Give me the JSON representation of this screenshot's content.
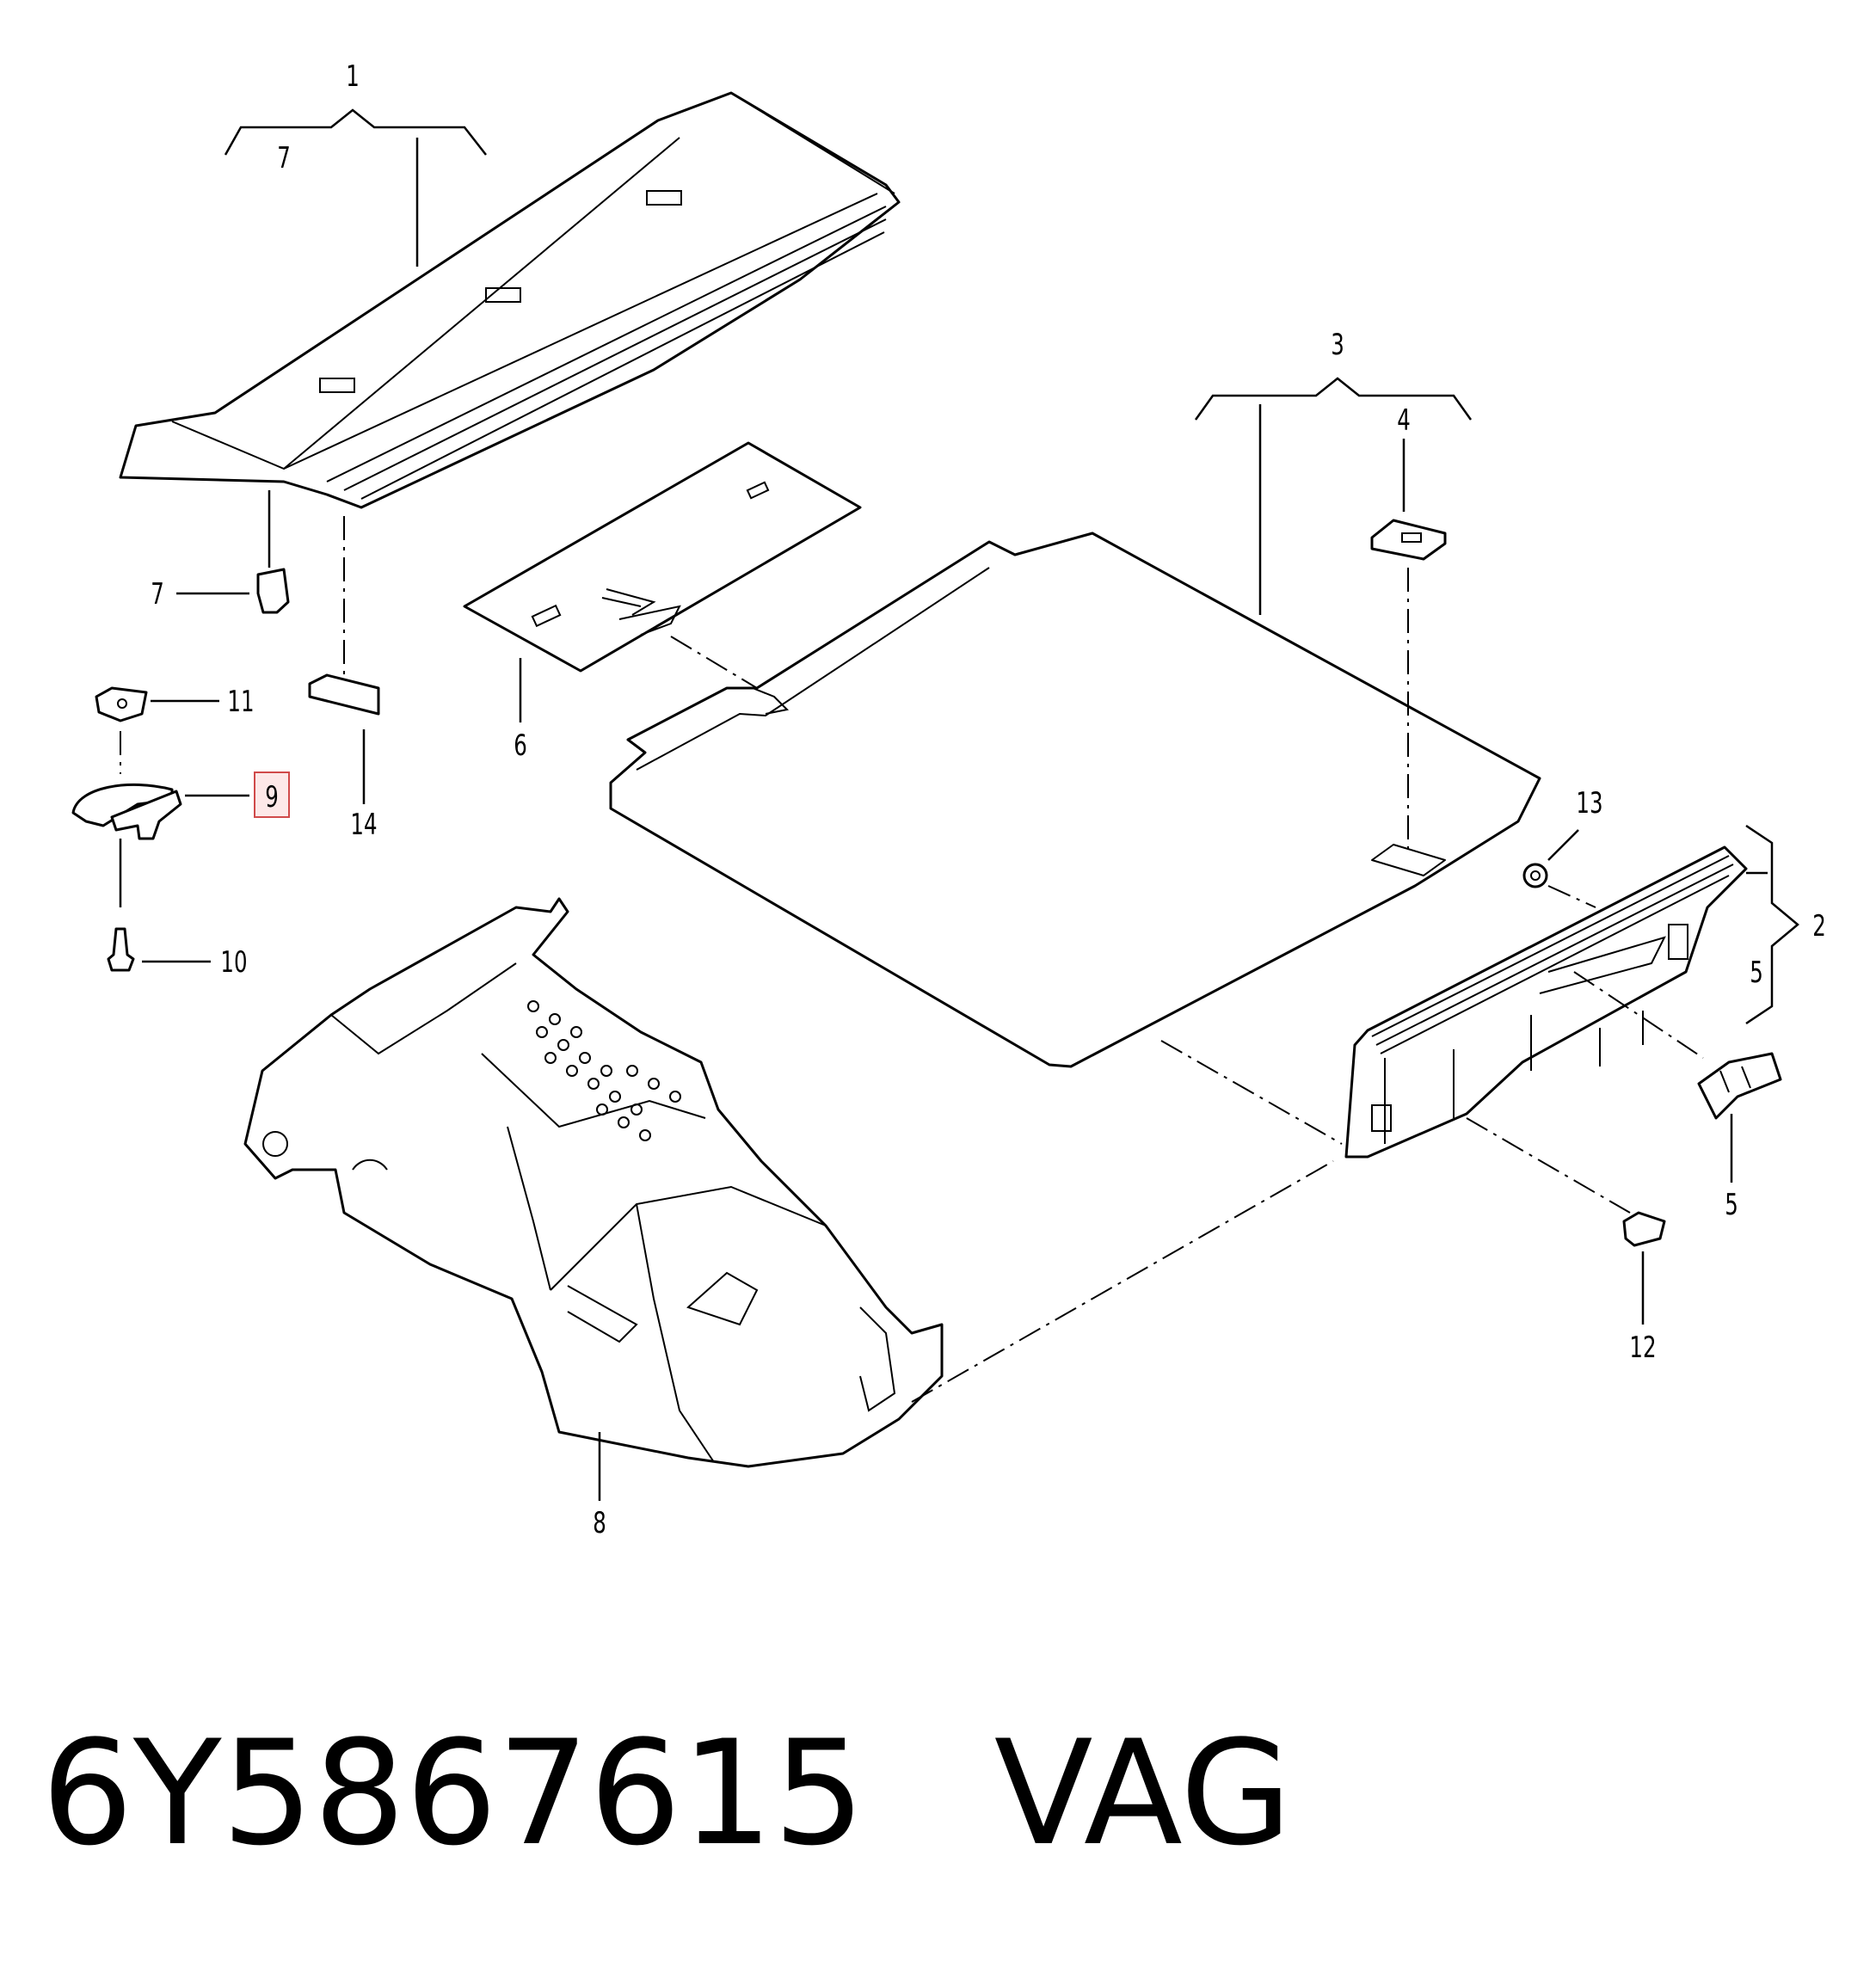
{
  "diagram": {
    "callouts": {
      "c1": "1",
      "c2": "2",
      "c3": "3",
      "c4": "4",
      "c5a": "5",
      "c5b": "5",
      "c6": "6",
      "c7a": "7",
      "c7b": "7",
      "c8": "8",
      "c9": "9",
      "c10": "10",
      "c11": "11",
      "c12": "12",
      "c13": "13",
      "c14": "14"
    },
    "highlighted_callout": "9"
  },
  "caption": {
    "part_number": "6Y5867615",
    "brand": "VAG"
  }
}
